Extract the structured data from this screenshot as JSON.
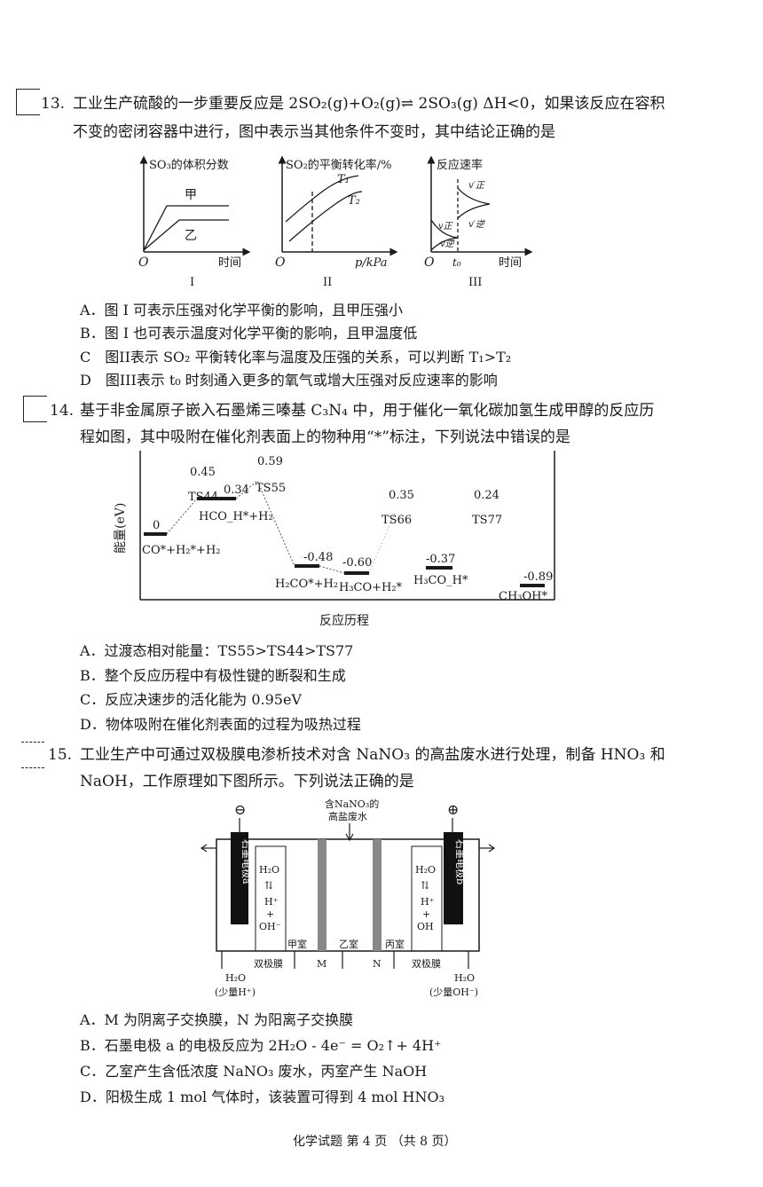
{
  "q13": {
    "number": "13.",
    "line1": "工业生产硫酸的一步重要反应是 2SO₂(g)+O₂(g)⇌ 2SO₃(g) ΔH<0，如果该反应在容积",
    "line2": "不变的密闭容器中进行，图中表示当其他条件不变时，其中结论正确的是",
    "graph1": {
      "ylabel": "SO₃的体积分数",
      "xlabel": "时间",
      "origin": "O",
      "curve_a": "甲",
      "curve_b": "乙",
      "caption": "I"
    },
    "graph2": {
      "ylabel": "SO₂的平衡转化率/%",
      "xlabel": "p/kPa",
      "origin": "O",
      "curve_a": "T₁",
      "curve_b": "T₂",
      "caption": "II"
    },
    "graph3": {
      "ylabel": "反应速率",
      "xlabel": "时间",
      "origin": "O",
      "t0": "t₀",
      "v_fwd": "v正",
      "v_rev": "v逆",
      "v_fwd2": "v′正",
      "v_rev2": "v′逆",
      "caption": "III"
    },
    "options": [
      "A．图 I 可表示压强对化学平衡的影响，且甲压强小",
      "B．图 I 也可表示温度对化学平衡的影响，且甲温度低",
      "C　图II表示 SO₂ 平衡转化率与温度及压强的关系，可以判断 T₁>T₂",
      "D　图III表示 t₀ 时刻通入更多的氧气或增大压强对反应速率的影响"
    ]
  },
  "q14": {
    "number": "14.",
    "line1": "基于非金属原子嵌入石墨烯三嗪基 C₃N₄ 中，用于催化一氧化碳加氢生成甲醇的反应历",
    "line2": "程如图，其中吸附在催化剂表面上的物种用“*”标注，下列说法中错误的是",
    "chart": {
      "ylabel": "能量(eV)",
      "xlabel": "反应历程",
      "levels": [
        {
          "value": "0",
          "label": "CO*+H₂*+H₂"
        },
        {
          "value": "0.34",
          "label": "HCO_H*+H₂"
        },
        {
          "value": "-0.48",
          "label": "H₂CO*+H₂"
        },
        {
          "value": "-0.60",
          "label": "H₃CO+H₂*"
        },
        {
          "value": "-0.37",
          "label": "H₃CO_H*"
        },
        {
          "value": "-0.89",
          "label": "CH₃OH*"
        }
      ],
      "ts": [
        {
          "value": "0.45",
          "label": "TS44"
        },
        {
          "value": "0.59",
          "label": "TS55"
        },
        {
          "value": "0.35",
          "label": "TS66"
        },
        {
          "value": "0.24",
          "label": "TS77"
        }
      ]
    },
    "options": [
      "A．过渡态相对能量：TS55>TS44>TS77",
      "B．整个反应历程中有极性键的断裂和生成",
      "C．反应决速步的活化能为 0.95eV",
      "D．物体吸附在催化剂表面的过程为吸热过程"
    ]
  },
  "q15": {
    "number": "15.",
    "line1": "工业生产中可通过双极膜电渗析技术对含 NaNO₃ 的高盐废水进行处理，制备 HNO₃ 和",
    "line2": "NaOH，工作原理如下图所示。下列说法正确的是",
    "diagram": {
      "inlet_line1": "含NaNO₃的",
      "inlet_line2": "高盐废水",
      "neg": "⊖",
      "pos": "⊕",
      "electrode_a": "石墨电极a",
      "electrode_b": "石墨电极b",
      "left_h2o": "H₂O",
      "left_h": "H⁺",
      "left_plus": "+",
      "left_oh": "OH⁻",
      "right_h2o": "H₂O",
      "right_h": "H⁺",
      "right_plus": "+",
      "right_oh": "OH",
      "room_jia": "甲室",
      "room_yi": "乙室",
      "room_bing": "丙室",
      "mem_m": "M",
      "mem_n": "N",
      "bipolar_left": "双极膜",
      "bipolar_right": "双极膜",
      "bottom_left_1": "H₂O",
      "bottom_left_2": "(少量H⁺)",
      "bottom_right_1": "H₂O",
      "bottom_right_2": "(少量OH⁻)"
    },
    "options": [
      "A．M 为阴离子交换膜，N 为阳离子交换膜",
      "B．石墨电极 a 的电极反应为 2H₂O - 4e⁻ = O₂↑+ 4H⁺",
      "C．乙室产生含低浓度 NaNO₃ 废水，丙室产生 NaOH",
      "D．阳极生成 1 mol 气体时，该装置可得到 4 mol HNO₃"
    ]
  },
  "footer": "化学试题 第 4 页 （共 8 页）"
}
